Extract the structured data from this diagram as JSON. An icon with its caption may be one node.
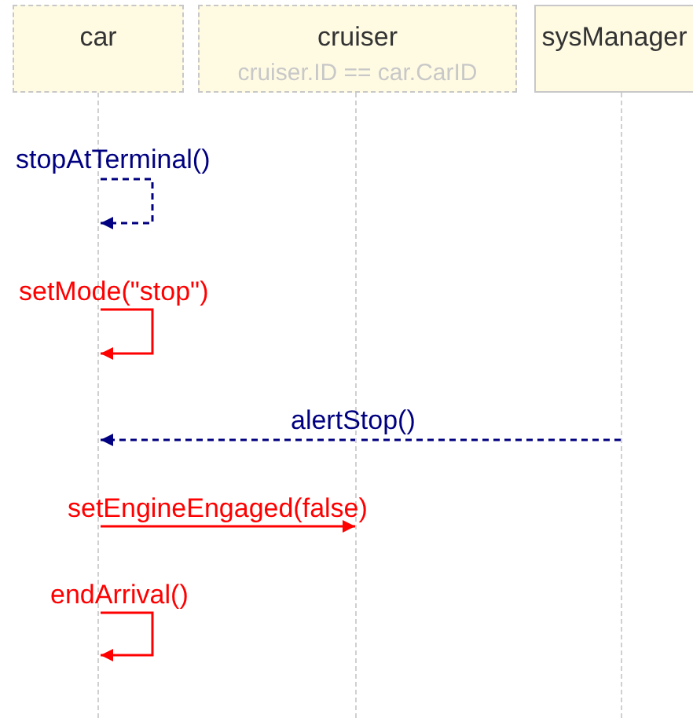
{
  "diagram": {
    "nodes": [
      {
        "text": [
          "car"
        ]
      },
      {
        "text": [
          "cruiser",
          "cruiser.ID == car.CarID"
        ]
      },
      {
        "text": [
          "sysManager"
        ]
      },
      {
        "text": [],
        "shape": "line"
      },
      {
        "text": [],
        "shape": "line"
      },
      {
        "text": [],
        "shape": "line"
      }
    ],
    "edges": [
      {
        "from": 3,
        "to": 3,
        "arrow": "to",
        "label": "stopAtTerminal()",
        "style": "dashed",
        "color": "#000080"
      },
      {
        "from": 3,
        "to": 3,
        "arrow": "to",
        "label": "setMode(\"stop\")"
      },
      {
        "from": 5,
        "to": 3,
        "arrow": "to",
        "label": "alertStop()",
        "style": "dashed",
        "color": "#000080"
      },
      {
        "from": 3,
        "to": 4,
        "arrow": "to",
        "label": "setEngineEngaged(false)"
      },
      {
        "from": 3,
        "to": 3,
        "arrow": "to",
        "label": "endArrival()"
      }
    ]
  }
}
